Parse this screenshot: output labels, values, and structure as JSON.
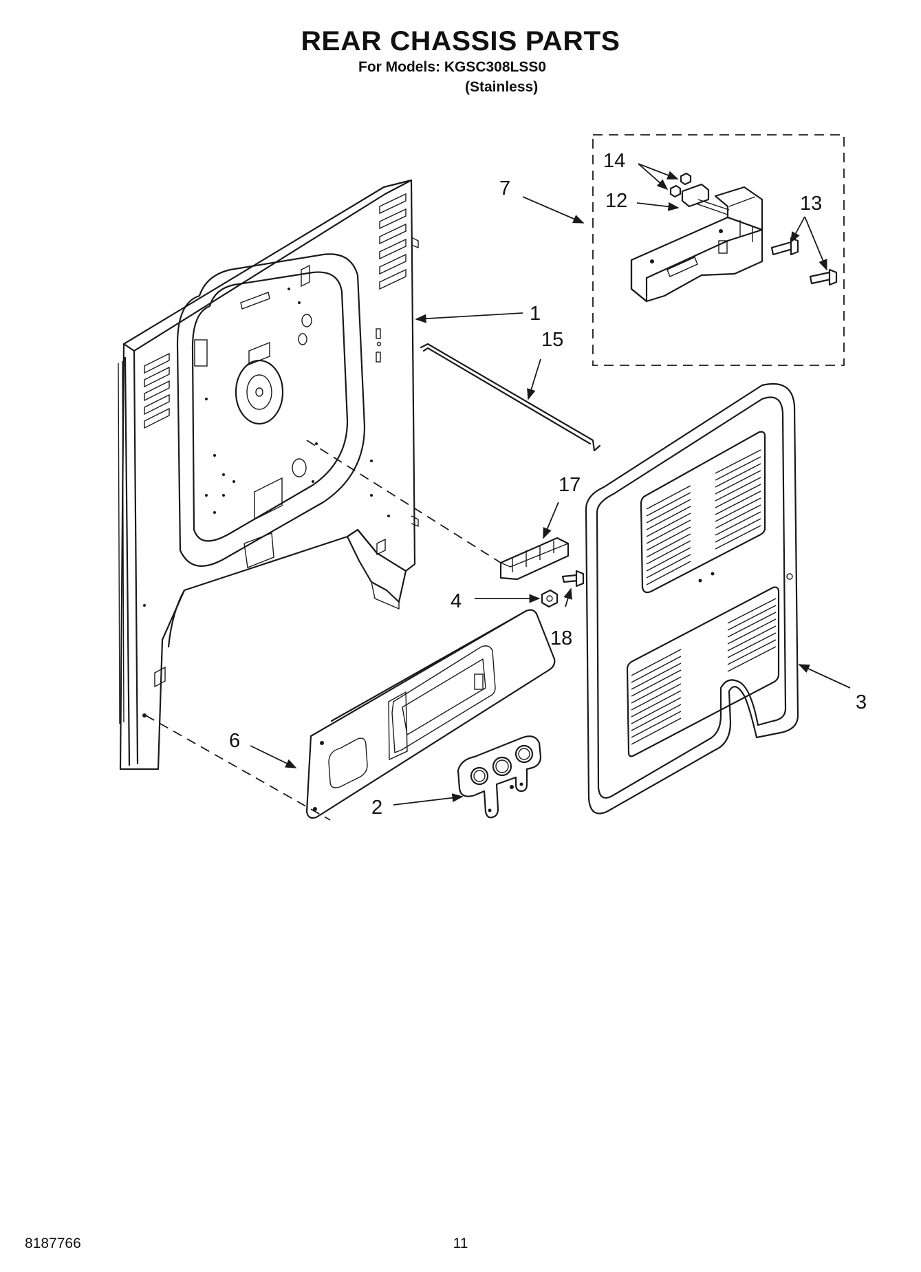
{
  "header": {
    "title": "REAR CHASSIS PARTS",
    "models_line": "For Models: KGSC308LSS0",
    "finish_line": "(Stainless)"
  },
  "callouts": {
    "c1": "1",
    "c2": "2",
    "c3": "3",
    "c4": "4",
    "c6": "6",
    "c7": "7",
    "c12": "12",
    "c13": "13",
    "c14": "14",
    "c15": "15",
    "c17": "17",
    "c18": "18"
  },
  "footer": {
    "doc_number": "8187766",
    "page_number": "11"
  }
}
